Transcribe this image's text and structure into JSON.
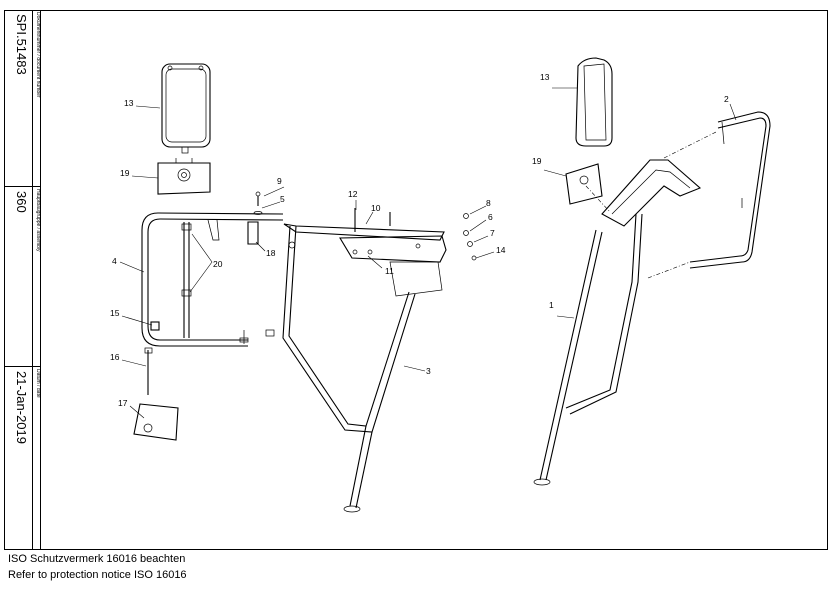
{
  "title_block": {
    "document_number_label": "Dokumentnummer / document number",
    "document_number": "SPI.51483",
    "assembly_label": "Hauptbaugruppe / assembly",
    "assembly": "360",
    "date_label": "Datum / date",
    "date": "21-Jan-2019"
  },
  "callouts": {
    "c1": "1",
    "c2": "2",
    "c3": "3",
    "c4": "4",
    "c5": "5",
    "c6": "6",
    "c7": "7",
    "c8": "8",
    "c9": "9",
    "c10": "10",
    "c11": "11",
    "c12": "12",
    "c13a": "13",
    "c13b": "13",
    "c14": "14",
    "c15": "15",
    "c16": "16",
    "c17": "17",
    "c18": "18",
    "c19a": "19",
    "c19b": "19",
    "c20": "20"
  },
  "footer": {
    "line1": "ISO Schutzvermerk 16016 beachten",
    "line2": "Refer to protection notice ISO 16016"
  }
}
